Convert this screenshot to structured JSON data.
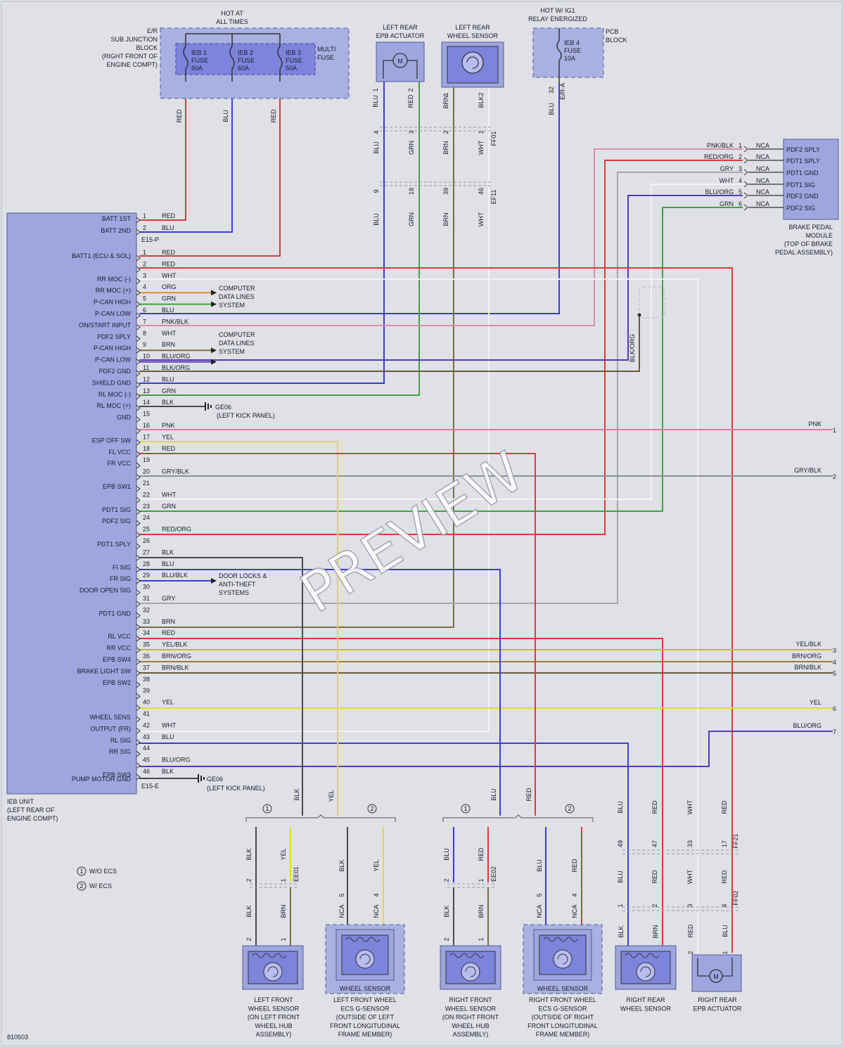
{
  "ieb_unit": {
    "label_lines": [
      "IEB UNIT",
      "(LEFT REAR OF",
      "ENGINE COMPT)"
    ],
    "connector_p": "E15-P",
    "connector_e": "E15-E",
    "p_pins": [
      {
        "pin": "1",
        "func": "BATT 1ST",
        "wire": "RED",
        "color": "#d93a3a"
      },
      {
        "pin": "2",
        "func": "BATT 2ND",
        "wire": "BLU",
        "color": "#3a3ad9"
      }
    ],
    "pins": [
      {
        "pin": "1",
        "func": "BATT1 (ECU & SOL)",
        "wire": "RED",
        "color": "#d93a3a"
      },
      {
        "pin": "2",
        "func": "",
        "wire": "RED",
        "color": "#d93a3a"
      },
      {
        "pin": "3",
        "func": "RR MOC (-)",
        "wire": "WHT",
        "color": "#f2f2f2"
      },
      {
        "pin": "4",
        "func": "RR MOC (+)",
        "wire": "ORG",
        "color": "#e08a2a"
      },
      {
        "pin": "5",
        "func": "P-CAN HIGH",
        "wire": "GRN",
        "color": "#3aa63a"
      },
      {
        "pin": "6",
        "func": "P-CAN LOW",
        "wire": "BLU",
        "color": "#3a3ad9"
      },
      {
        "pin": "7",
        "func": "ON/START INPUT",
        "wire": "PNK/BLK",
        "color": "#d98aa0"
      },
      {
        "pin": "8",
        "func": "PDF2 SPLY",
        "wire": "WHT",
        "color": "#f2f2f2"
      },
      {
        "pin": "9",
        "func": "P-CAN HIGH",
        "wire": "BRN",
        "color": "#7a6a40"
      },
      {
        "pin": "10",
        "func": "P-CAN LOW",
        "wire": "BLU/ORG",
        "color": "#5a3ab0"
      },
      {
        "pin": "11",
        "func": "PDF2 GND",
        "wire": "BLK/ORG",
        "color": "#6a5a3a"
      },
      {
        "pin": "12",
        "func": "SHIELD GND",
        "wire": "BLU",
        "color": "#3a3ad9"
      },
      {
        "pin": "13",
        "func": "RL MOC (-)",
        "wire": "GRN",
        "color": "#3aa63a"
      },
      {
        "pin": "14",
        "func": "RL MOC (+)",
        "wire": "BLK",
        "color": "#444444"
      },
      {
        "pin": "15",
        "func": "GND",
        "wire": "",
        "color": ""
      },
      {
        "pin": "16",
        "func": "",
        "wire": "PNK",
        "color": "#e07aa0"
      },
      {
        "pin": "17",
        "func": "ESP OFF SW",
        "wire": "YEL",
        "color": "#e8e030"
      },
      {
        "pin": "18",
        "func": "FL VCC",
        "wire": "RED",
        "color": "#d93a3a"
      },
      {
        "pin": "19",
        "func": "FR VCC",
        "wire": "",
        "color": ""
      },
      {
        "pin": "20",
        "func": "",
        "wire": "GRY/BLK",
        "color": "#8a8f99"
      },
      {
        "pin": "21",
        "func": "EPB SW1",
        "wire": "",
        "color": ""
      },
      {
        "pin": "22",
        "func": "",
        "wire": "WHT",
        "color": "#f2f2f2"
      },
      {
        "pin": "23",
        "func": "PDT1 SIG",
        "wire": "GRN",
        "color": "#3aa63a"
      },
      {
        "pin": "24",
        "func": "PDF2 SIG",
        "wire": "",
        "color": ""
      },
      {
        "pin": "25",
        "func": "",
        "wire": "RED/ORG",
        "color": "#d93a3a"
      },
      {
        "pin": "26",
        "func": "PDT1 SPLY",
        "wire": "",
        "color": ""
      },
      {
        "pin": "27",
        "func": "",
        "wire": "BLK",
        "color": "#444444"
      },
      {
        "pin": "28",
        "func": "FI SIG",
        "wire": "BLU",
        "color": "#3a3ad9"
      },
      {
        "pin": "29",
        "func": "FR SIG",
        "wire": "BLU/BLK",
        "color": "#3a3ad9"
      },
      {
        "pin": "30",
        "func": "DOOR OPEN SIG",
        "wire": "",
        "color": ""
      },
      {
        "pin": "31",
        "func": "",
        "wire": "GRY",
        "color": "#9a9aa0"
      },
      {
        "pin": "32",
        "func": "PDT1 GND",
        "wire": "",
        "color": ""
      },
      {
        "pin": "33",
        "func": "",
        "wire": "BRN",
        "color": "#7a6a40"
      },
      {
        "pin": "34",
        "func": "RL VCC",
        "wire": "RED",
        "color": "#d93a3a"
      },
      {
        "pin": "35",
        "func": "RR VCC",
        "wire": "YEL/BLK",
        "color": "#c8b830"
      },
      {
        "pin": "36",
        "func": "EPB SW4",
        "wire": "BRN/ORG",
        "color": "#9a7a40"
      },
      {
        "pin": "37",
        "func": "BRAKE LIGHT SW",
        "wire": "BRN/BLK",
        "color": "#6a5a3a"
      },
      {
        "pin": "38",
        "func": "EPB SW2",
        "wire": "",
        "color": ""
      },
      {
        "pin": "39",
        "func": "",
        "wire": "",
        "color": ""
      },
      {
        "pin": "40",
        "func": "",
        "wire": "YEL",
        "color": "#e8e030"
      },
      {
        "pin": "41",
        "func": "WHEEL SENS",
        "wire": "",
        "color": ""
      },
      {
        "pin": "42",
        "func": "OUTPUT (FR)",
        "wire": "WHT",
        "color": "#f2f2f2"
      },
      {
        "pin": "43",
        "func": "RL SIG",
        "wire": "BLU",
        "color": "#3a3ad9"
      },
      {
        "pin": "44",
        "func": "RR SIG",
        "wire": "",
        "color": ""
      },
      {
        "pin": "45",
        "func": "",
        "wire": "BLU/ORG",
        "color": "#5a3ab0"
      },
      {
        "pin": "46",
        "func": "EPB SW3",
        "wire": "BLK",
        "color": "#444444"
      }
    ],
    "extra_func": "PUMP MOTOR GND"
  },
  "fuse_block": {
    "header_lines": [
      "HOT AT",
      "ALL TIMES"
    ],
    "sub_lines": [
      "E/R",
      "SUB JUNCTION",
      "BLOCK",
      "(RIGHT FRONT OF",
      "ENGINE COMPT)"
    ],
    "multi_lines": [
      "MULTI",
      "FUSE"
    ],
    "fuses": [
      {
        "lines": [
          "IEB 1",
          "FUSE",
          "60A"
        ],
        "wire": "RED"
      },
      {
        "lines": [
          "IEB 2",
          "FUSE",
          "60A"
        ],
        "wire": "BLU"
      },
      {
        "lines": [
          "IEB 3",
          "FUSE",
          "50A"
        ],
        "wire": "RED"
      }
    ]
  },
  "pcb_block": {
    "header_lines": [
      "HOT W/ IG1",
      "RELAY ENERGIZED"
    ],
    "label_lines": [
      "PCB",
      "BLOCK"
    ],
    "fuse_lines": [
      "IEB 4",
      "FUSE",
      "10A"
    ],
    "pin": "32",
    "connector": "E/R-A",
    "wire": "BLU"
  },
  "epb_rear_left": {
    "label_lines": [
      "LEFT REAR",
      "EPB ACTUATOR"
    ],
    "pins": [
      "1",
      "2"
    ],
    "wires": [
      "BLU",
      "RED"
    ],
    "motor": "M"
  },
  "wheel_sensor_rear_left": {
    "label_lines": [
      "LEFT REAR",
      "WHEEL SENSOR"
    ],
    "pins": [
      "1",
      "2"
    ],
    "wires": [
      "BRN",
      "BLK"
    ]
  },
  "connector_ff01": {
    "name": "FF01",
    "pins": [
      "4",
      "3",
      "2",
      "1"
    ],
    "wires": [
      "BLU",
      "GRN",
      "BRN",
      "WHT"
    ]
  },
  "connector_ef11": {
    "name": "EF11",
    "pins": [
      "9",
      "18",
      "39",
      "46"
    ],
    "wires": [
      "BLU",
      "GRN",
      "BRN",
      "WHT"
    ]
  },
  "brake_pedal": {
    "label_lines": [
      "BRAKE PEDAL",
      "MODULE",
      "(TOP OF BRAKE",
      "PEDAL ASSEMBLY)"
    ],
    "rows": [
      {
        "wire": "PNK/BLK",
        "pin": "1",
        "nca": "NCA",
        "func": "PDF2 SPLY"
      },
      {
        "wire": "RED/ORG",
        "pin": "2",
        "nca": "NCA",
        "func": "PDT1 SPLY"
      },
      {
        "wire": "GRY",
        "pin": "3",
        "nca": "NCA",
        "func": "PDT1 GND"
      },
      {
        "wire": "WHT",
        "pin": "4",
        "nca": "NCA",
        "func": "PDT1 SIG"
      },
      {
        "wire": "BLU/ORG",
        "pin": "5",
        "nca": "NCA",
        "func": "PDF2 GND"
      },
      {
        "wire": "GRN",
        "pin": "6",
        "nca": "NCA",
        "func": "PDF2 SIG"
      }
    ],
    "shield_wire": "BLK/ORG"
  },
  "computer_data_1": [
    "COMPUTER",
    "DATA LINES",
    "SYSTEM"
  ],
  "computer_data_2": [
    "COMPUTER",
    "DATA LINES",
    "SYSTEM"
  ],
  "door_locks": [
    "DOOR LOCKS &",
    "ANTI-THEFT",
    "SYSTEMS"
  ],
  "ground_1": {
    "name": "GE06",
    "loc": "(LEFT KICK PANEL)"
  },
  "ground_2": {
    "name": "GE06",
    "loc": "(LEFT KICK PANEL)"
  },
  "right_outputs": [
    {
      "wire": "PNK",
      "num": "1"
    },
    {
      "wire": "GRY/BLK",
      "num": "2"
    },
    {
      "wire": "YEL/BLK",
      "num": "3"
    },
    {
      "wire": "BRN/ORG",
      "num": "4"
    },
    {
      "wire": "BRN/BLK",
      "num": "5"
    },
    {
      "wire": "YEL",
      "num": "6"
    },
    {
      "wire": "BLU/ORG",
      "num": "7"
    }
  ],
  "legend": [
    {
      "num": "1",
      "text": "W/O ECS"
    },
    {
      "num": "2",
      "text": "W/ ECS"
    }
  ],
  "bottom_vertical_wires": {
    "blk": "BLK",
    "yel": "YEL",
    "blu": "BLU",
    "red": "RED"
  },
  "left_front_group": {
    "wires_top": [
      "BLK",
      "YEL",
      "BLK",
      "YEL"
    ],
    "ee01": {
      "name": "EE01",
      "pins": [
        "2",
        "1"
      ],
      "wires_below": [
        "BLK",
        "BRN"
      ]
    },
    "ecs_pins": [
      "5",
      "4"
    ],
    "ecs_wires": [
      "NCA",
      "NCA"
    ],
    "sensor_pins": [
      "2",
      "1"
    ],
    "sensor_label": [
      "LEFT FRONT",
      "WHEEL SENSOR",
      "(ON LEFT FRONT",
      "WHEEL HUB",
      "ASSEMBLY)"
    ],
    "ecs_inner": "WHEEL SENSOR",
    "ecs_label": [
      "LEFT FRONT WHEEL",
      "ECS G-SENSOR",
      "(OUTSIDE OF LEFT",
      "FRONT LONGITUDINAL",
      "FRAME MEMBER)"
    ]
  },
  "right_front_group": {
    "wires_top": [
      "BLU",
      "RED",
      "BLU",
      "RED"
    ],
    "ee02": {
      "name": "EE02",
      "pins": [
        "2",
        "1"
      ],
      "wires_below": [
        "BLK",
        "BRN"
      ]
    },
    "ecs_pins": [
      "5",
      "4"
    ],
    "ecs_wires": [
      "NCA",
      "NCA"
    ],
    "sensor_pins": [
      "2",
      "1"
    ],
    "sensor_label": [
      "RIGHT FRONT",
      "WHEEL SENSOR",
      "(ON RIGHT FRONT",
      "WHEEL HUB",
      "ASSEMBLY)"
    ],
    "ecs_inner": "WHEEL SENSOR",
    "ecs_label": [
      "RIGHT FRONT WHEEL",
      "ECS G-SENSOR",
      "(OUTSIDE OF RIGHT",
      "FRONT LONGITUDINAL",
      "FRAME MEMBER)"
    ]
  },
  "ff21": {
    "name": "FF21",
    "pins": [
      "49",
      "47",
      "33",
      "17"
    ],
    "wires": [
      "BLU",
      "RED",
      "WHT",
      "RED"
    ]
  },
  "ff02": {
    "name": "FF02",
    "pins": [
      "1",
      "2",
      "3",
      "4"
    ],
    "wires": [
      "BLU",
      "RED",
      "WHT",
      "RED"
    ]
  },
  "rear_right": {
    "sensor_wires": [
      "BLK",
      "BRN"
    ],
    "sensor_label": [
      "RIGHT REAR",
      "WHEEL SENSOR"
    ],
    "epb_wires": [
      "RED",
      "BLU"
    ],
    "epb_pins": [
      "2",
      "1"
    ],
    "epb_label": [
      "RIGHT REAR",
      "EPB ACTUATOR"
    ],
    "motor": "M"
  },
  "diagram_id": "810503",
  "watermark": "PREVIEW"
}
